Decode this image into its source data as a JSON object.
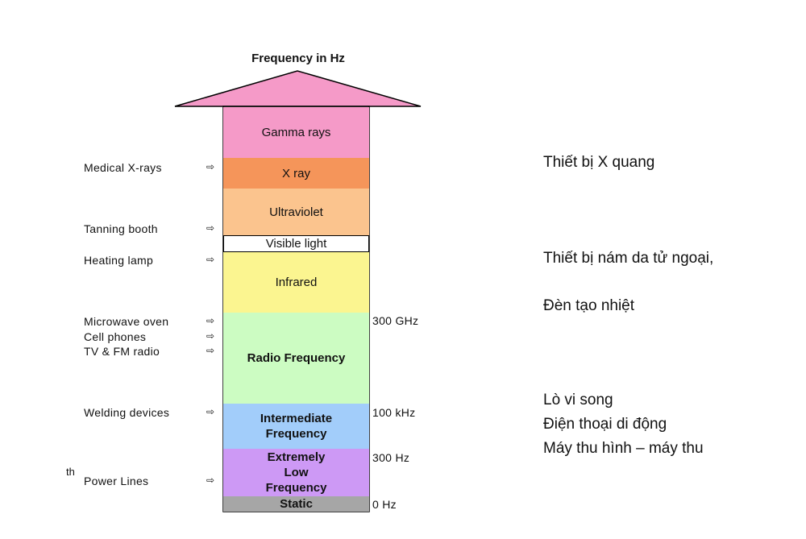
{
  "title": "Frequency in Hz",
  "bands": [
    {
      "label": "Gamma rays",
      "color": "#f59ac8",
      "bold": false
    },
    {
      "label": "X ray",
      "color": "#f5955a",
      "bold": false
    },
    {
      "label": "Ultraviolet",
      "color": "#fbc48e",
      "bold": false
    },
    {
      "label": "Visible light",
      "color": "#ffffff",
      "bold": false
    },
    {
      "label": "Infrared",
      "color": "#fbf590",
      "bold": false
    },
    {
      "label": "Radio Frequency",
      "color": "#ccfcc2",
      "bold": true
    },
    {
      "label": "Intermediate Frequency",
      "color": "#a2cdfa",
      "bold": true
    },
    {
      "label": "Extremely Low Frequency",
      "color": "#cd99f5",
      "bold": true
    },
    {
      "label": "Static",
      "color": "#a6a6a6",
      "bold": true
    }
  ],
  "arrow_color": "#f59ac8",
  "left_labels": [
    "Medical X-rays",
    "Tanning booth",
    "Heating lamp",
    "Microwave oven",
    "Cell phones",
    "TV & FM radio",
    "Welding devices",
    "Power Lines"
  ],
  "arrow_glyph": "⇨",
  "stray_text": "th",
  "frequency_marks": [
    "300 GHz",
    "100 kHz",
    "300 Hz",
    "0 Hz"
  ],
  "notes": [
    "Thiết bị X quang",
    "Thiết bị nám da tử ngoại,",
    "Đèn tạo nhiệt",
    "Lò vi song",
    "Điện thoại di động",
    "Máy thu hình – máy thu"
  ]
}
